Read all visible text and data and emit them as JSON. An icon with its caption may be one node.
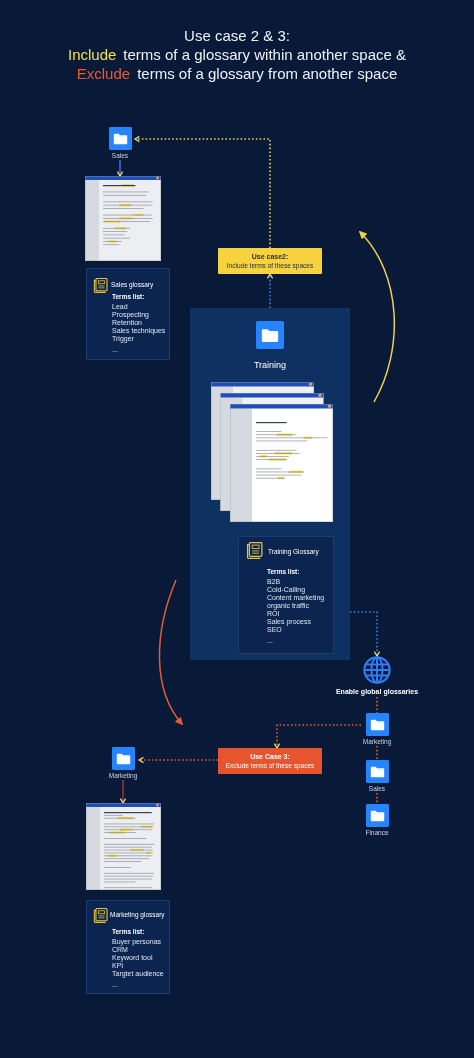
{
  "diagram": {
    "title": "Use case 2 & 3:",
    "labels": [
      "Include",
      "terms of a glossary within another space &",
      "Exclude",
      "terms of a glossary from another space"
    ],
    "nodes": [
      {
        "text": [
          "Sales"
        ]
      },
      {
        "text": [],
        "shape": "picture"
      },
      {
        "text": [
          "Sales glossary",
          "Terms list:",
          "Lead",
          "Prospecting",
          "Retention",
          "Sales techniques",
          "Trigger",
          "..."
        ]
      },
      {
        "text": [
          "Use case2:",
          "Include terms of these spaces"
        ]
      },
      {
        "text": [
          "Training"
        ]
      },
      {
        "text": [],
        "shape": "picture",
        "in": 4
      },
      {
        "text": [
          "Training Glossary",
          "Terms list:",
          "B2B",
          "Cold-Calling",
          "Content marketing",
          "organic traffic",
          "ROI",
          "Sales process",
          "SEO",
          "..."
        ],
        "in": 4
      },
      {
        "text": [
          "Enable global glossaries"
        ]
      },
      {
        "text": [
          "Marketing"
        ]
      },
      {
        "text": [
          "Sales"
        ]
      },
      {
        "text": [
          "Finance"
        ]
      },
      {
        "text": [
          "Use Case 3:",
          "Exclude terms of these spaces"
        ]
      },
      {
        "text": [
          "Marketing"
        ]
      },
      {
        "text": [],
        "shape": "picture"
      },
      {
        "text": [
          "Marketing glossary",
          "Terms list:",
          "Buyer personas",
          "CRM",
          "Keyword tool",
          "KPI",
          "Targtet audience",
          "..."
        ]
      }
    ],
    "edges": [
      {
        "from": 0,
        "to": 1,
        "arrow": "to",
        "color": "#3b7ddd"
      },
      {
        "from": 4,
        "to": 3,
        "arrow": "to",
        "style": "dashed",
        "color": "#3b7ddd"
      },
      {
        "from": 3,
        "to": 0,
        "arrow": "to",
        "style": "dashed",
        "color": "#f2d04a"
      },
      {
        "from": 4,
        "to": 7,
        "arrow": "to",
        "style": "dashed",
        "color": "#3b7ddd"
      },
      {
        "from": 7,
        "to": 8,
        "arrow": "none",
        "style": "dashed"
      },
      {
        "from": 8,
        "to": 9,
        "arrow": "none",
        "style": "dashed"
      },
      {
        "from": 9,
        "to": 10,
        "arrow": "none",
        "style": "dashed"
      },
      {
        "from": 8,
        "to": 11,
        "arrow": "to",
        "style": "dashed"
      },
      {
        "from": 11,
        "to": 12,
        "arrow": "to",
        "style": "dashed"
      },
      {
        "from": 12,
        "to": 13,
        "arrow": "to",
        "color": "#a83a3f"
      }
    ]
  }
}
